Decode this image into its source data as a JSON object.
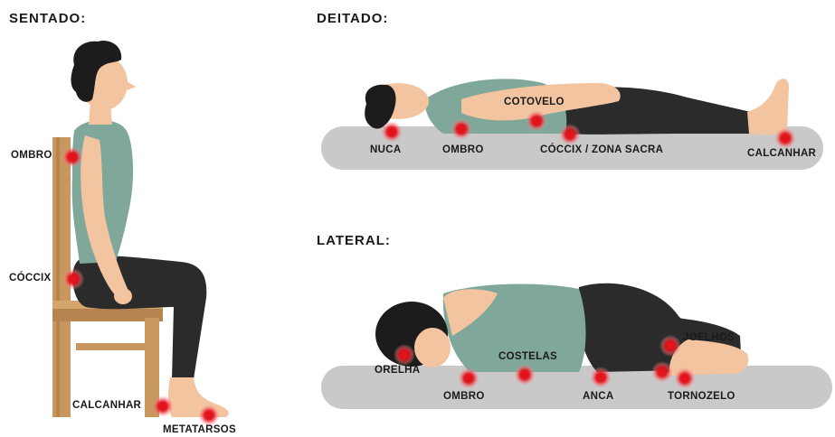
{
  "sections": {
    "sentado": "SENTADO:",
    "deitado": "DEITADO:",
    "lateral": "LATERAL:"
  },
  "labels": {
    "sentado": {
      "ombro": "OMBRO",
      "coccix": "CÓCCIX",
      "calcanhar": "CALCANHAR",
      "metatarsos": "METATARSOS"
    },
    "deitado": {
      "nuca": "NUCA",
      "ombro": "OMBRO",
      "cotovelo": "COTOVELO",
      "coccix_zona_sacra": "CÓCCIX / ZONA SACRA",
      "calcanhar": "CALCANHAR"
    },
    "lateral": {
      "orelha": "ORELHA",
      "ombro": "OMBRO",
      "costelas": "COSTELAS",
      "anca": "ANCA",
      "joelhos": "JOELHOS",
      "tornozelo": "TORNOZELO"
    }
  },
  "colors": {
    "skin": "#f2c4a0",
    "shirt": "#7fa89a",
    "pants": "#2b2b2b",
    "hair": "#1c1c1c",
    "chair": "#c7975f",
    "mattress": "#c9c9c9",
    "pressure_point": "#e3131b"
  }
}
